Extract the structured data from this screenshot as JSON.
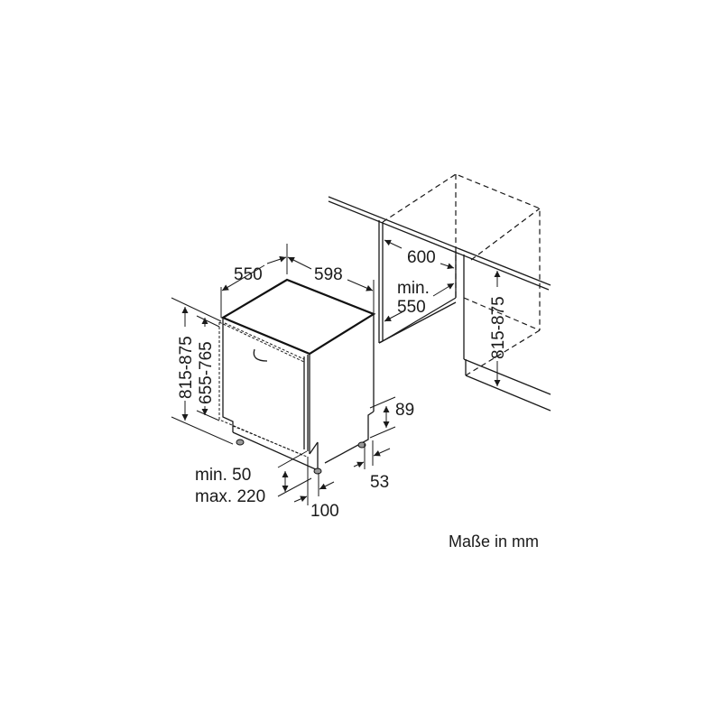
{
  "diagram": {
    "type": "dishwasher installation dimensions",
    "units_note": "Maße in mm",
    "appliance_dimensions": {
      "depth": "550",
      "width": "598",
      "height_range": "815-875",
      "door_height_range": "655-765",
      "plinth_height_range": [
        "min. 50",
        "max. 220"
      ],
      "foot_depth": "100",
      "rear_plinth_height": "89",
      "rear_offset": "53"
    },
    "niche_dimensions": {
      "width": "600",
      "depth": [
        "min.",
        "550"
      ],
      "height_range": "815-875"
    }
  },
  "labels": {
    "depth": "550",
    "width": "598",
    "height_outer": "815-875",
    "height_door": "655-765",
    "plinth_min": "min. 50",
    "plinth_max": "max. 220",
    "foot": "100",
    "rear_89": "89",
    "rear_53": "53",
    "niche_width": "600",
    "niche_depth_min": "min.",
    "niche_depth_val": "550",
    "niche_height": "815-875",
    "units": "Maße in mm"
  }
}
